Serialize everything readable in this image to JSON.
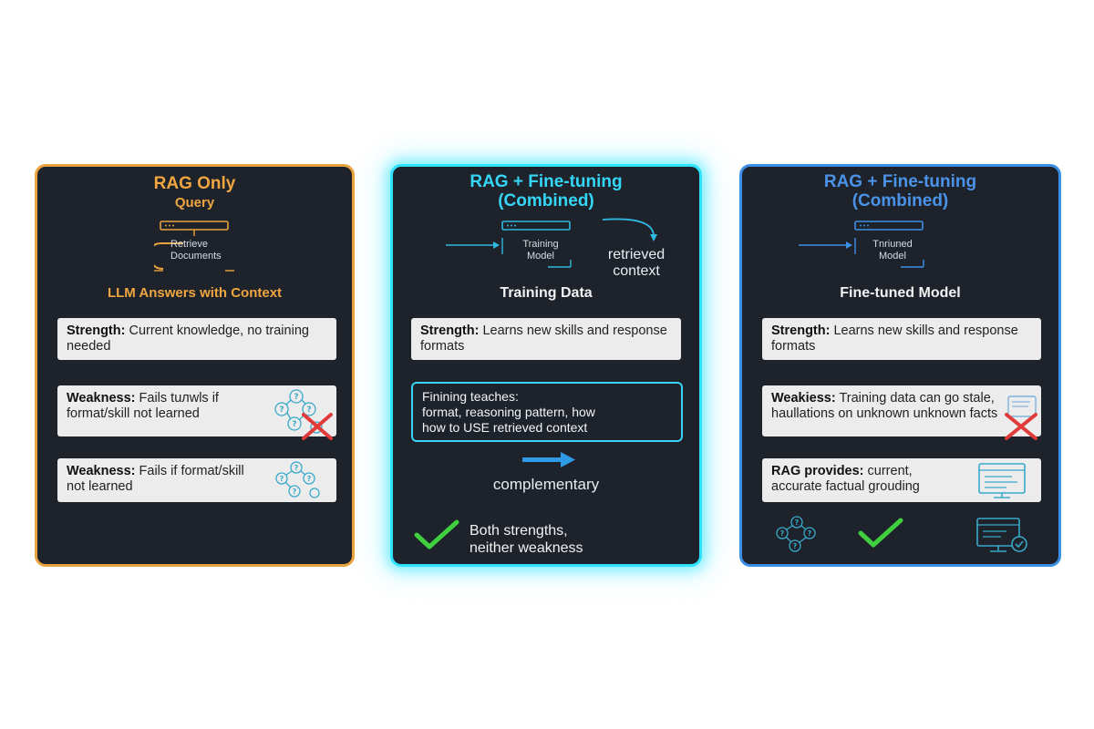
{
  "rag_only": {
    "title": "RAG Only",
    "query": "Query",
    "retrieve_line1": "Retrieve",
    "retrieve_line2": "Documents",
    "llm_answer": "LLM Answers with Context",
    "strength_label": "Strength:",
    "strength_text": " Current knowledge, no training needed",
    "weakness1_label": "Weakness:",
    "weakness1_text": " Fails tuлwls if format/skill not learned",
    "weakness2_label": "Weakness:",
    "weakness2_text": " Fails if format/skill not learned"
  },
  "combined": {
    "title_line1": "RAG + Fine-tuning",
    "title_line2": "(Combined)",
    "training_line1": "Training",
    "training_line2": "Model",
    "retrieved_line1": "retrieved",
    "retrieved_line2": "context",
    "training_data": "Training Data",
    "strength_label": "Strength:",
    "strength_text": " Learns new skills and response formats",
    "teaches_line1": "Finining teaches:",
    "teaches_line2": "format, reasoning pattern, how",
    "teaches_line3": "how to USE retrieved context",
    "complementary": "complementary",
    "both_line1": "Both strengths,",
    "both_line2": "neither weakness"
  },
  "finetuned": {
    "title_line1": "RAG + Fine-tuning",
    "title_line2": "(Combined)",
    "model_line1": "Tnriuned",
    "model_line2": "Model",
    "ft_model": "Fine-tuned Model",
    "strength_label": "Strength:",
    "strength_text": " Learns new skills and response formats",
    "weakness_label": "Weakiess:",
    "weakness_text": " Training data can go stale, haullations on unknown unknown facts",
    "rag_label": "RAG provides:",
    "rag_text": " current, accurate factual grouding"
  },
  "colors": {
    "rag_border": "#e9a33e",
    "combo_border": "#2fe3ff",
    "ft_border": "#3d8fe6",
    "panel_bg": "#1d222b",
    "check": "#3fcf3f",
    "cross": "#e03a3a"
  },
  "icons": [
    "server-icon",
    "loop-arrow-icon",
    "arrow-right-icon",
    "question-network-icon",
    "red-x-icon",
    "green-check-icon",
    "monitor-document-icon",
    "monitor-check-icon"
  ]
}
